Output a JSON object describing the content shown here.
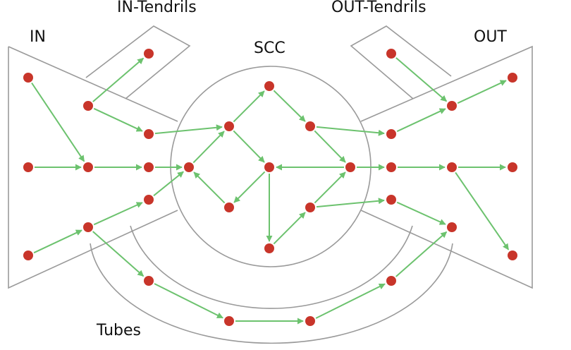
{
  "labels": {
    "in": "IN",
    "in_tendrils": "IN-Tendrils",
    "scc": "SCC",
    "out_tendrils": "OUT-Tendrils",
    "out": "OUT",
    "tubes": "Tubes"
  },
  "colors": {
    "node": "#c8352a",
    "edge": "#6cc26e",
    "outline": "#9a9a9a"
  }
}
